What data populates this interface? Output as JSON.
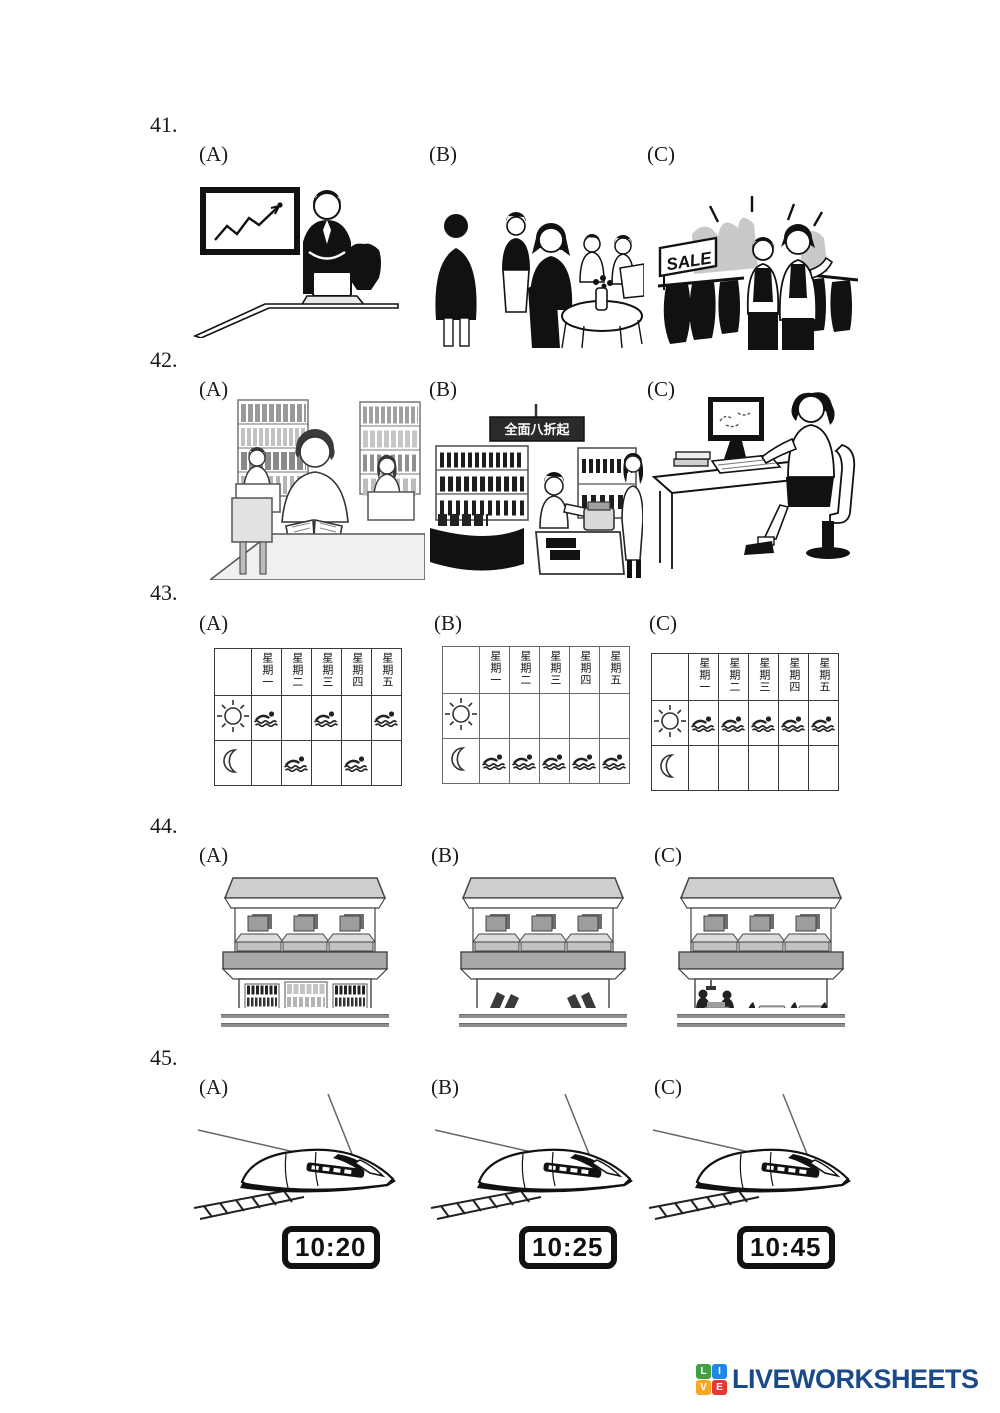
{
  "page": {
    "background": "#ffffff"
  },
  "questions": [
    {
      "number": "41.",
      "options": [
        {
          "label": "(A)",
          "scene": "office-meeting-with-rising-chart-and-laptop"
        },
        {
          "label": "(B)",
          "scene": "restaurant-host-seating-guests"
        },
        {
          "label": "(C)",
          "scene": "clothing-rack-sale",
          "sign_text": "SALE"
        }
      ]
    },
    {
      "number": "42.",
      "options": [
        {
          "label": "(A)",
          "scene": "library-people-reading"
        },
        {
          "label": "(B)",
          "scene": "bookstore-checkout",
          "sign_text": "全面八折起"
        },
        {
          "label": "(C)",
          "scene": "person-using-desktop-computer"
        }
      ]
    },
    {
      "number": "43.",
      "day_headers": [
        "星期一",
        "星期二",
        "星期三",
        "星期四",
        "星期五"
      ],
      "row_icons": [
        "sun",
        "moon"
      ],
      "activity_icon": "swimmer",
      "options": [
        {
          "label": "(A)",
          "sun": [
            1,
            0,
            1,
            0,
            1
          ],
          "moon": [
            0,
            1,
            0,
            1,
            0
          ]
        },
        {
          "label": "(B)",
          "sun": [
            0,
            0,
            0,
            0,
            0
          ],
          "moon": [
            1,
            1,
            1,
            1,
            1
          ]
        },
        {
          "label": "(C)",
          "sun": [
            1,
            1,
            1,
            1,
            1
          ],
          "moon": [
            0,
            0,
            0,
            0,
            0
          ]
        }
      ]
    },
    {
      "number": "44.",
      "options": [
        {
          "label": "(A)",
          "scene": "computer-loft-over-bookstore"
        },
        {
          "label": "(B)",
          "scene": "computer-loft-over-gym"
        },
        {
          "label": "(C)",
          "scene": "computer-loft-over-restaurant"
        }
      ]
    },
    {
      "number": "45.",
      "options": [
        {
          "label": "(A)",
          "scene": "high-speed-train",
          "time": "10:20"
        },
        {
          "label": "(B)",
          "scene": "high-speed-train",
          "time": "10:25"
        },
        {
          "label": "(C)",
          "scene": "high-speed-train",
          "time": "10:45"
        }
      ]
    }
  ],
  "icons": {
    "sun": "sun-icon",
    "moon": "moon-icon",
    "swimmer": "swimmer-icon"
  },
  "footer": {
    "brand": "LIVEWORKSHEETS",
    "brand_color": "#1b4a8a",
    "logo_tiles": [
      {
        "letter": "L",
        "color": "#43a047"
      },
      {
        "letter": "I",
        "color": "#1e88e5"
      },
      {
        "letter": "V",
        "color": "#f9a825"
      },
      {
        "letter": "E",
        "color": "#e53935"
      }
    ]
  }
}
